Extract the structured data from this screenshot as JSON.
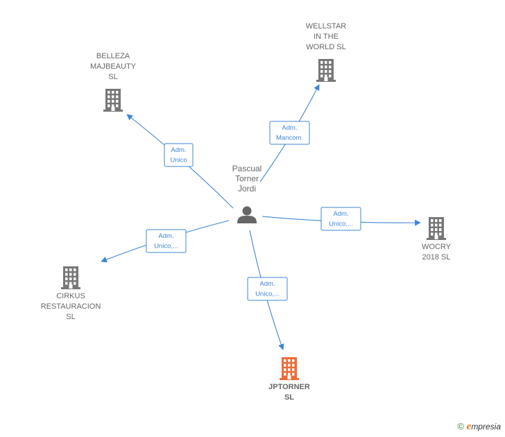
{
  "colors": {
    "edge": "#3d85d6",
    "company": "#777777",
    "highlight": "#f06a35",
    "person": "#666666"
  },
  "center": {
    "name": [
      "Pascual",
      "Torner",
      "Jordi"
    ],
    "icon": "person-icon"
  },
  "companies": [
    {
      "id": "belleza",
      "name": [
        "BELLEZA",
        "MAJBEAUTY",
        "SL"
      ],
      "icon": "building-icon",
      "highlight": false
    },
    {
      "id": "wellstar",
      "name": [
        "WELLSTAR",
        "IN THE",
        "WORLD  SL"
      ],
      "icon": "building-icon",
      "highlight": false
    },
    {
      "id": "wocry",
      "name": [
        "WOCRY",
        "2018  SL"
      ],
      "icon": "building-icon",
      "highlight": false
    },
    {
      "id": "cirkus",
      "name": [
        "CIRKUS",
        "RESTAURACION",
        "SL"
      ],
      "icon": "building-icon",
      "highlight": false
    },
    {
      "id": "jptorner",
      "name": [
        "JPTORNER",
        "SL"
      ],
      "icon": "building-icon",
      "highlight": true
    }
  ],
  "edges": [
    {
      "target": "belleza",
      "label": [
        "Adm.",
        "Unico"
      ]
    },
    {
      "target": "wellstar",
      "label": [
        "Adm.",
        "Mancom."
      ]
    },
    {
      "target": "wocry",
      "label": [
        "Adm.",
        "Unico,..."
      ]
    },
    {
      "target": "cirkus",
      "label": [
        "Adm.",
        "Unico,..."
      ]
    },
    {
      "target": "jptorner",
      "label": [
        "Adm.",
        "Unico,..."
      ]
    }
  ],
  "footer": {
    "copyright_symbol": "©",
    "brand_initial": "e",
    "brand_rest": "mpresia"
  }
}
